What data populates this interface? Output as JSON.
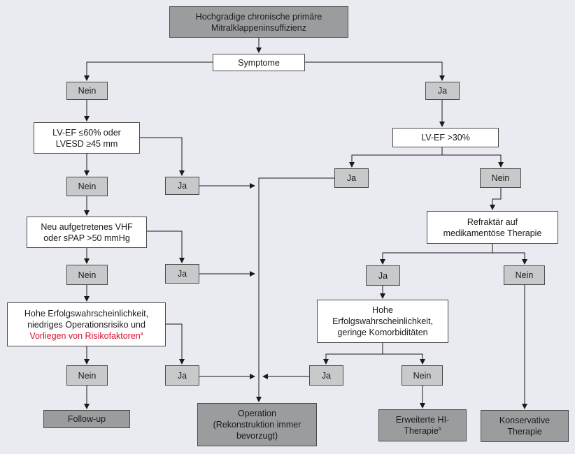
{
  "nodes": {
    "root": [
      "Hochgradige chronische primäre",
      "Mitralklappeninsuffizienz"
    ],
    "symptome": "Symptome",
    "nein_symptome": "Nein",
    "ja_symptome": "Ja",
    "lvef_lvesd": [
      "LV-EF ≤60% oder",
      "LVESD ≥45 mm"
    ],
    "lvef30": "LV-EF >30%",
    "nein_lvef_lvesd": "Nein",
    "ja_lvef_lvesd": "Ja",
    "ja_lvef30": "Ja",
    "nein_lvef30": "Nein",
    "vhf": [
      "Neu aufgetretenes VHF",
      "oder sPAP >50 mmHg"
    ],
    "refraktaer": [
      "Refraktär auf",
      "medikamentöse Therapie"
    ],
    "nein_vhf": "Nein",
    "ja_vhf": "Ja",
    "ja_refraktaer": "Ja",
    "nein_refraktaer": "Nein",
    "hohe_erfolg_left": [
      "Hohe Erfolgswahrscheinlichkeit,",
      "niedriges Operationsrisiko und"
    ],
    "risikofaktoren": "Vorliegen von Risikofaktoren",
    "risikofaktoren_sup": "a",
    "hohe_erfolg_right": [
      "Hohe",
      "Erfolgswahrscheinlichkeit,",
      "geringe Komorbiditäten"
    ],
    "nein_hohe_left": "Nein",
    "ja_hohe_left": "Ja",
    "ja_hohe_right": "Ja",
    "nein_hohe_right": "Nein",
    "followup": "Follow-up",
    "operation": [
      "Operation",
      "(Rekonstruktion immer",
      "bevorzugt)"
    ],
    "erweiterte_hi": "Erweiterte HI-",
    "erweiterte_therapie": "Therapie",
    "erweiterte_sup": "b",
    "konservative": [
      "Konservative",
      "Therapie"
    ]
  },
  "colors": {
    "background": "#e9ebf1",
    "box_white": "#ffffff",
    "box_gray": "#c8c9cb",
    "box_dark": "#9b9c9e",
    "line": "#1a1a1a",
    "highlight_red": "#d4122e"
  }
}
